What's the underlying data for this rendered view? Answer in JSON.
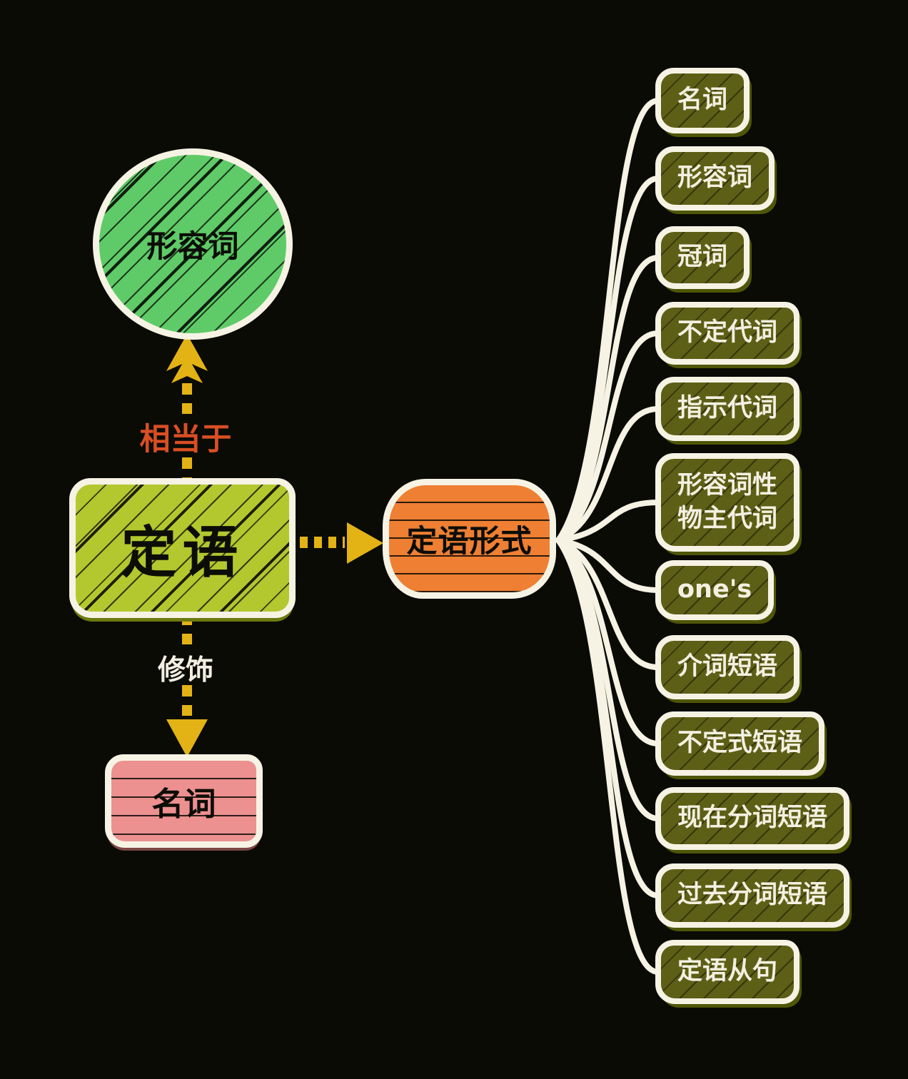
{
  "mindmap": {
    "root": {
      "label": "定语"
    },
    "adjective_node": {
      "label": "形容词"
    },
    "noun_node": {
      "label": "名词"
    },
    "forms_node": {
      "label": "定语形式"
    },
    "edge_labels": {
      "equivalent": "相当于",
      "modify": "修饰"
    },
    "form_types": [
      "名词",
      "形容词",
      "冠词",
      "不定代词",
      "指示代词",
      "形容词性\n物主代词",
      "one's",
      "介词短语",
      "不定式短语",
      "现在分词短语",
      "过去分词短语",
      "定语从句"
    ],
    "colors": {
      "background": "#0a0b05",
      "root_fill": "#b3c72f",
      "adjective_fill": "#5fcb68",
      "noun_fill": "#ec9090",
      "forms_fill": "#ee7f33",
      "form_type_fill": "#5d5f16",
      "sketch_stroke": "#f6f3e4",
      "arrow_yellow": "#e3b315",
      "equivalent_label_color": "#d94f24"
    }
  }
}
